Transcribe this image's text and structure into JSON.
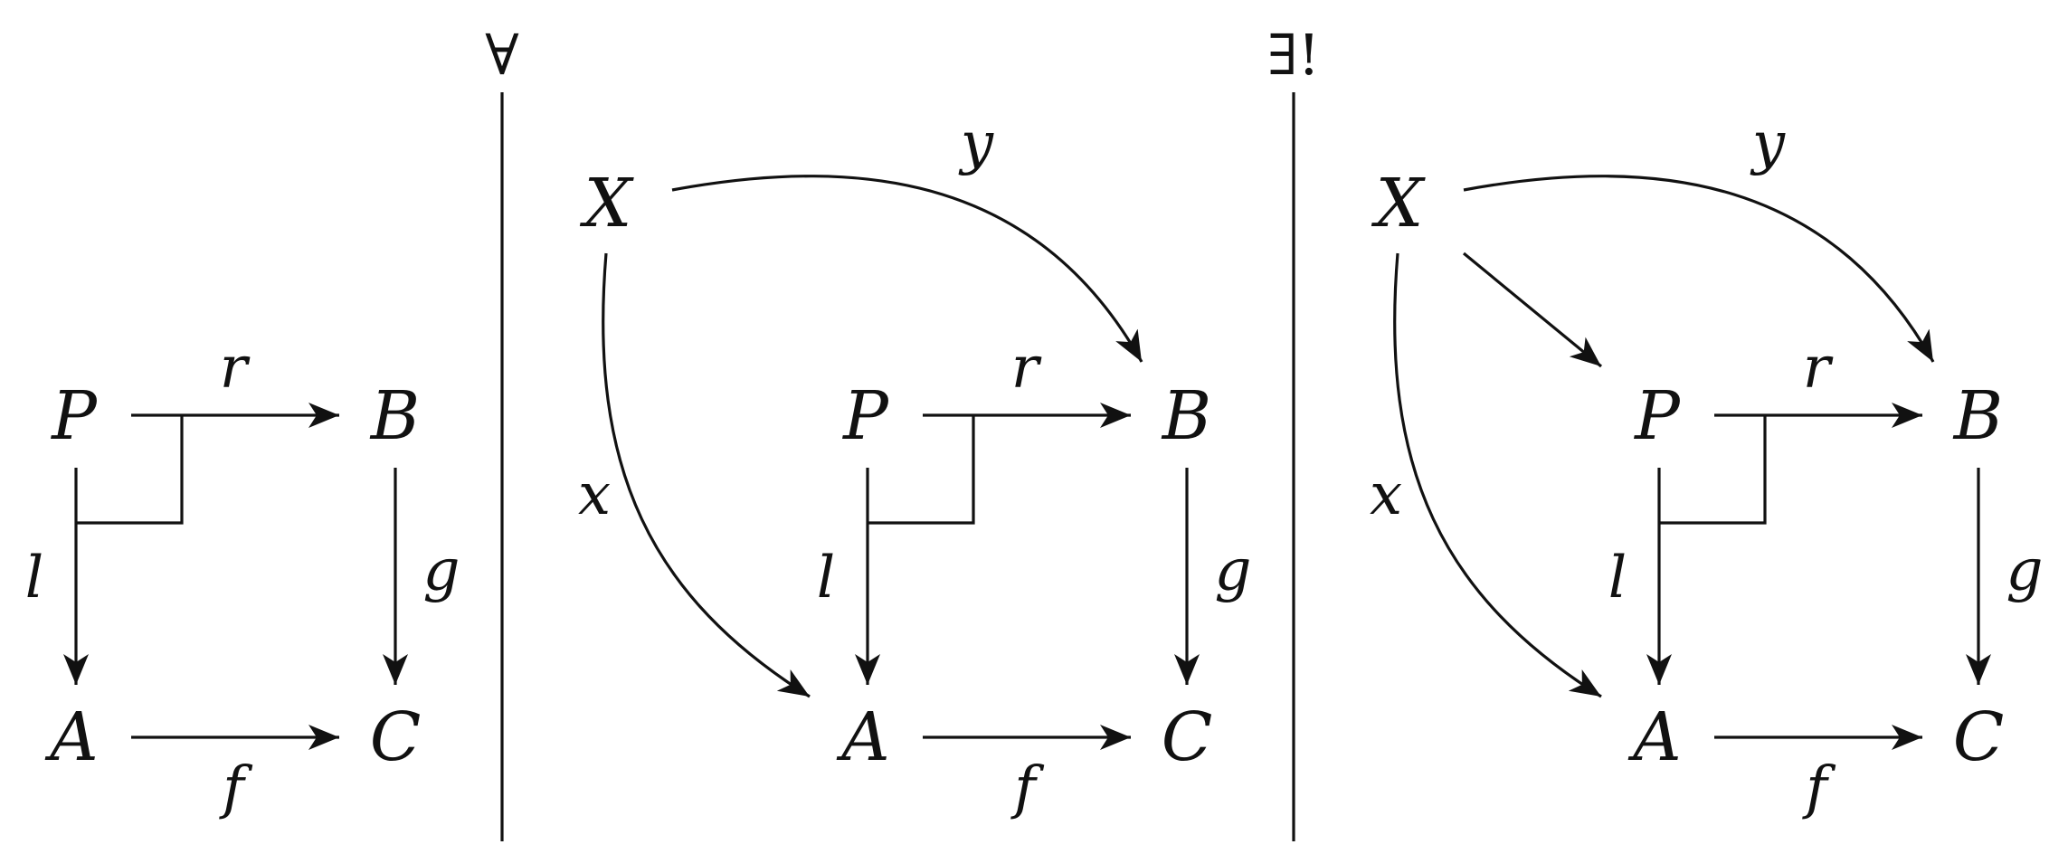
{
  "quantifiers": {
    "forall": "∀",
    "exists_unique": "∃!"
  },
  "panels": [
    {
      "id": "square",
      "nodes": {
        "P": "P",
        "B": "B",
        "A": "A",
        "C": "C"
      },
      "arrows": {
        "r": "r",
        "l": "l",
        "g": "g",
        "f": "f"
      }
    },
    {
      "id": "cone",
      "nodes": {
        "X": "X",
        "P": "P",
        "B": "B",
        "A": "A",
        "C": "C"
      },
      "arrows": {
        "y": "y",
        "x": "x",
        "r": "r",
        "l": "l",
        "g": "g",
        "f": "f"
      }
    },
    {
      "id": "factorization",
      "nodes": {
        "X": "X",
        "P": "P",
        "B": "B",
        "A": "A",
        "C": "C"
      },
      "arrows": {
        "y": "y",
        "x": "x",
        "r": "r",
        "l": "l",
        "g": "g",
        "f": "f"
      }
    }
  ]
}
